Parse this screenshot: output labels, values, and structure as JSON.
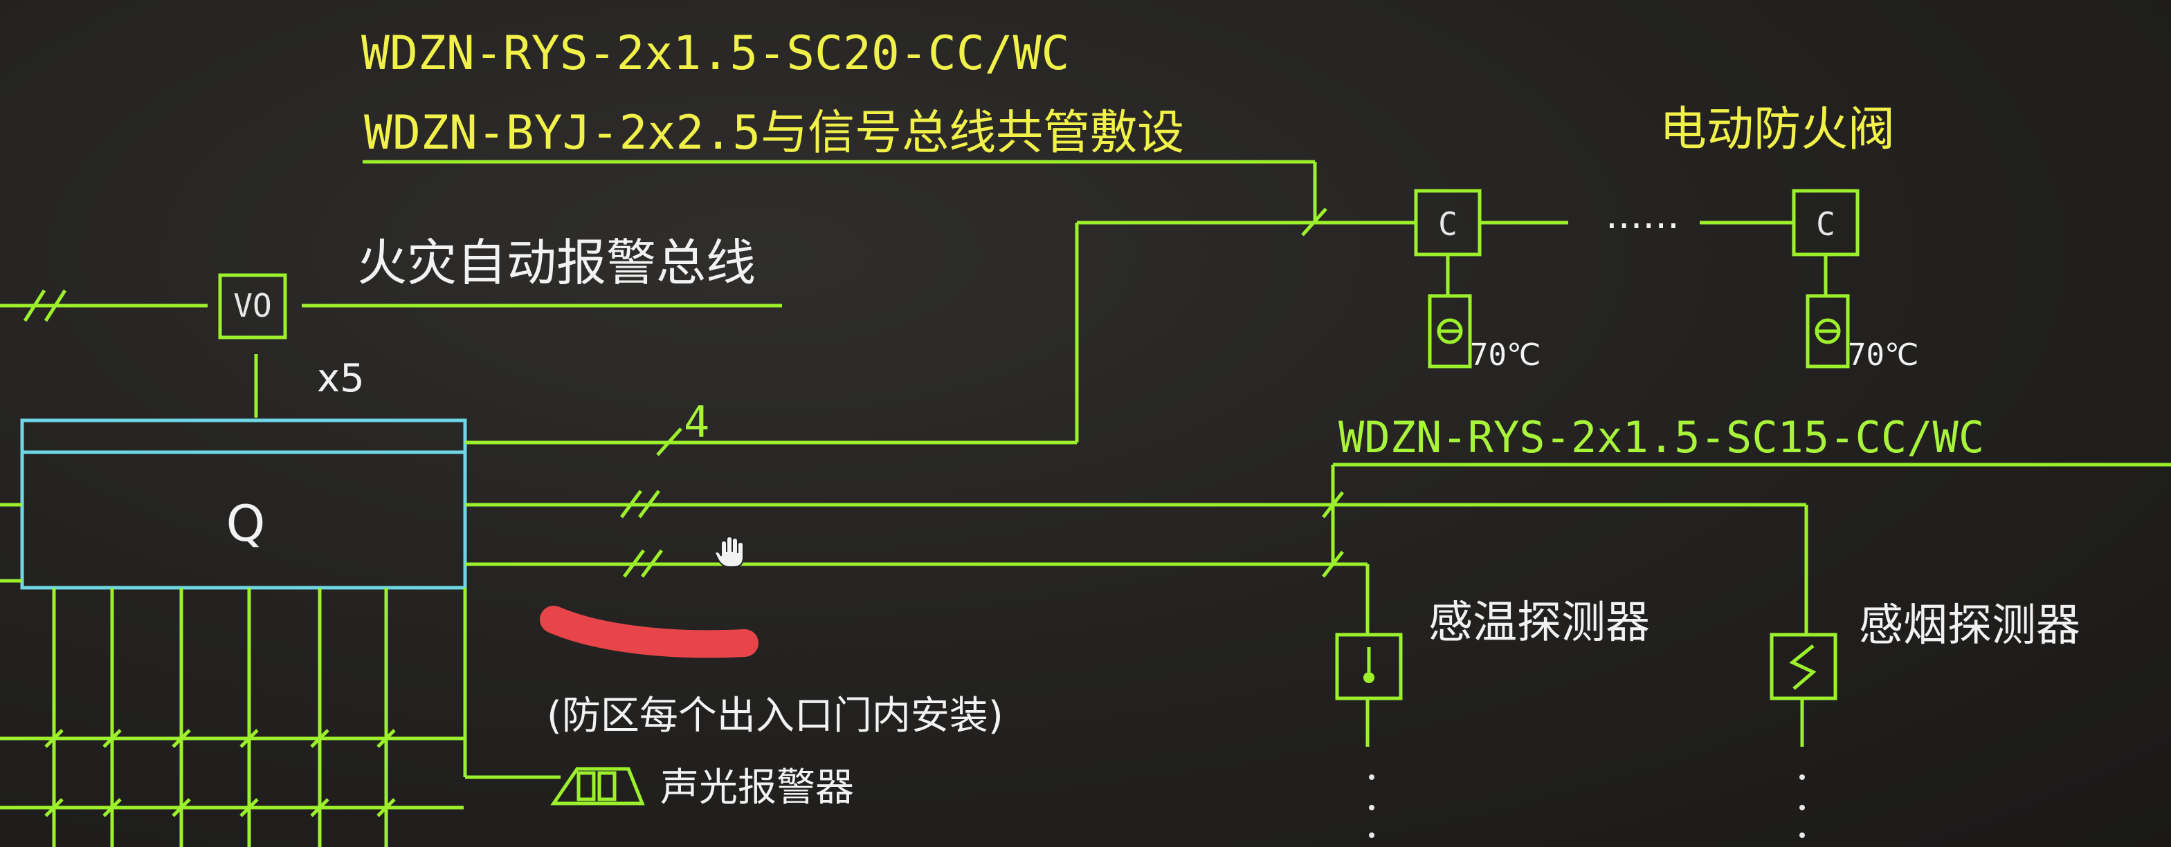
{
  "cable_labels": {
    "power_cable_top": "WDZN-RYS-2x1.5-SC20-CC/WC",
    "power_cable_byj": "WDZN-BYJ-2x2.5与信号总线共管敷设",
    "detector_cable": "WDZN-RYS-2x1.5-SC15-CC/WC"
  },
  "bus_labels": {
    "fire_alarm_bus": "火灾自动报警总线",
    "multiplier": "x5",
    "wire_count_4": "4"
  },
  "devices": {
    "damper_title": "电动防火阀",
    "damper_symbol_text": "C",
    "damper_ellipsis": "......",
    "temp_rating": "70℃",
    "vo_module_text": "VO",
    "controller_text": "Q",
    "heat_detector": "感温探测器",
    "smoke_detector": "感烟探测器",
    "alarm_note": "(防区每个出入口门内安装)",
    "sound_light_alarm": "声光报警器"
  },
  "colors": {
    "wire": "#9cf02c",
    "controller_outline": "#6fd6e6",
    "label_yellow": "#f1f14a",
    "label_green": "#a8f43a",
    "red_mark": "#e8454a"
  },
  "icons": {
    "cursor": "hand-cursor-icon"
  }
}
